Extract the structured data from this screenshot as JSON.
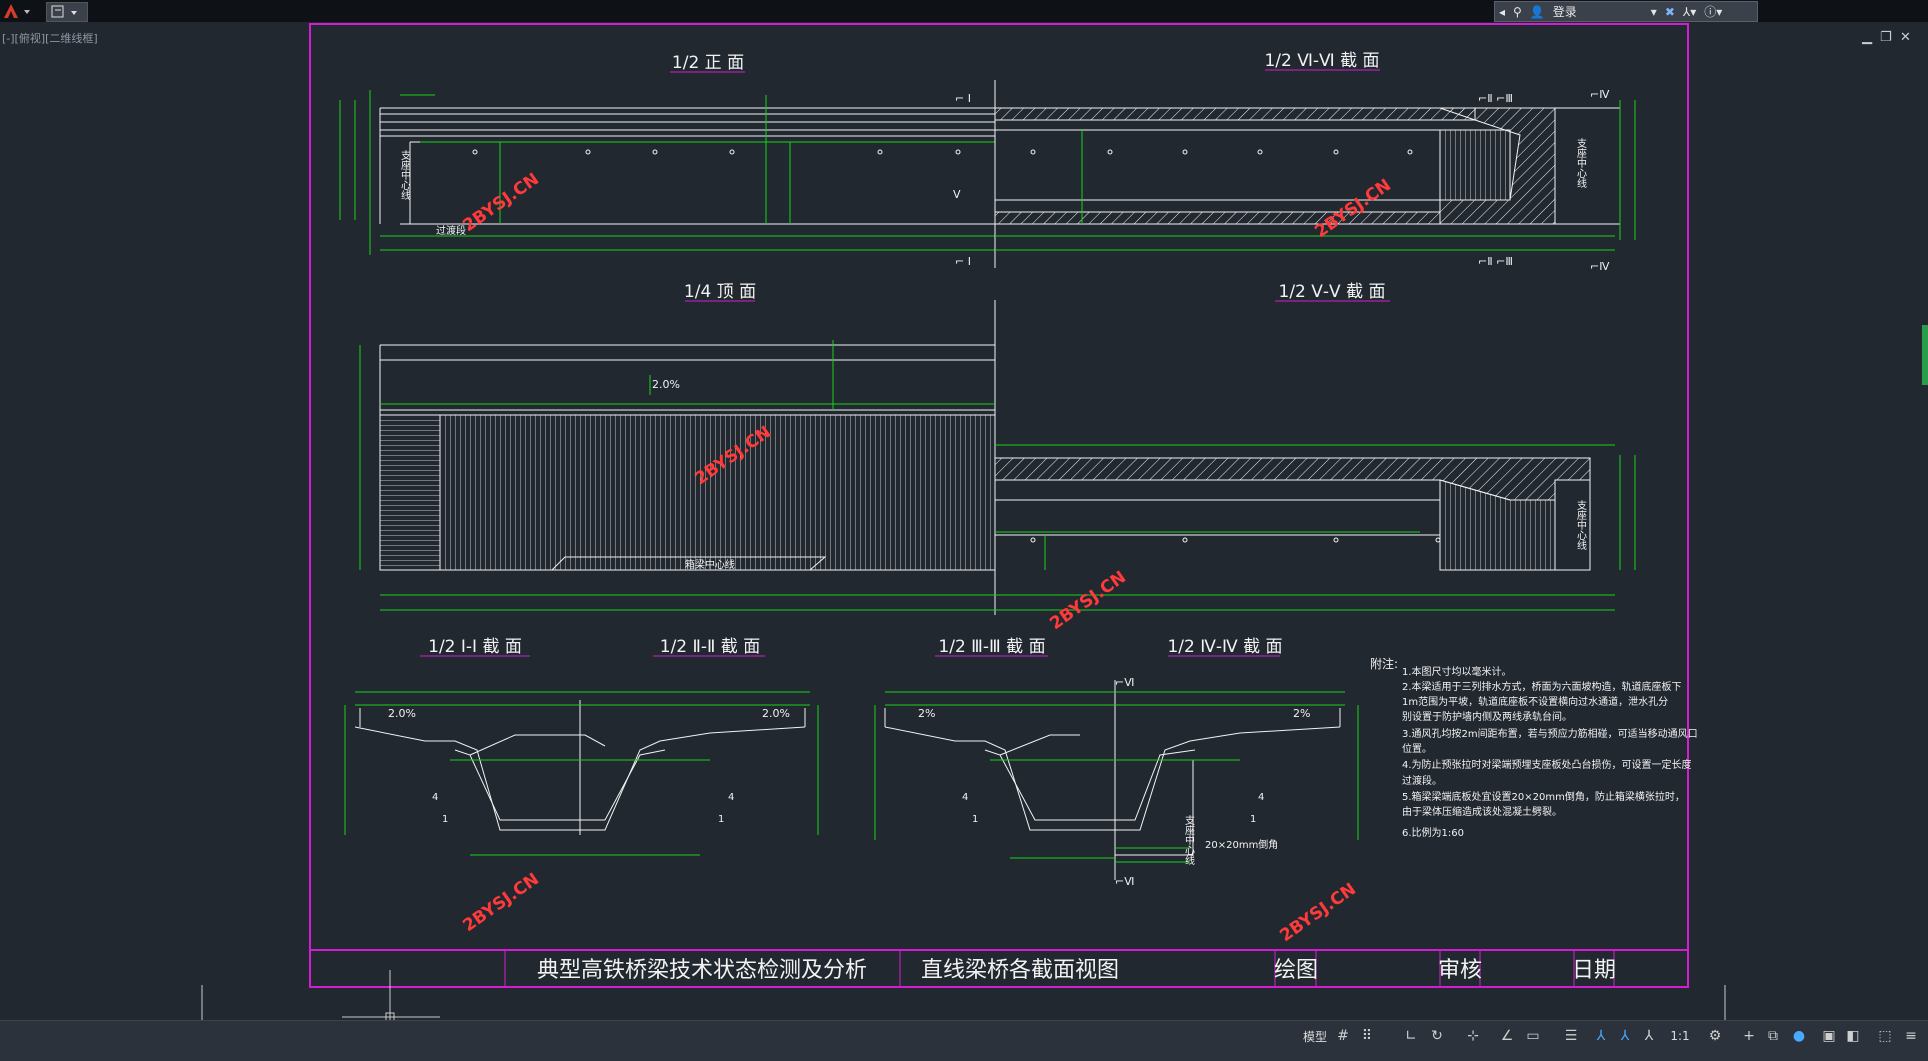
{
  "viewport_label": "[-][俯视][二维线框]",
  "search": {
    "user_label": "登录"
  },
  "titles": {
    "t1": "1/2 正 面",
    "t2": "1/2 Ⅵ-Ⅵ 截 面",
    "t3": "1/4 顶 面",
    "t4": "1/2 Ⅴ-Ⅴ 截 面",
    "t5": "1/2 Ⅰ-Ⅰ 截 面",
    "t6": "1/2 Ⅱ-Ⅱ 截 面",
    "t7": "1/2 Ⅲ-Ⅲ 截 面",
    "t8": "1/2 Ⅳ-Ⅳ 截 面"
  },
  "watermark": "2BYSJ.CN",
  "labels": {
    "support_center": "支座中心线",
    "transition": "过渡段",
    "beam_center": "箱梁中心线",
    "slope_top": "2.0%",
    "slope_2": "2%",
    "ratio_4": "4",
    "ratio_1": "1",
    "chamfer": "20×20mm倒角"
  },
  "notes": {
    "heading": "附注:",
    "lines": [
      "1.本图尺寸均以毫米计。",
      "2.本梁适用于三列排水方式，桥面为六面坡构造，轨道底座板下",
      "  1m范围为平坡，轨道底座板不设置横向过水通道，泄水孔分",
      "  别设置于防护墙内侧及两线承轨台间。",
      "3.通风孔均按2m间距布置，若与预应力筋相碰，可适当移动通风口",
      "  位置。",
      "4.为防止预张拉时对梁端预埋支座板处凸台损伤，可设置一定长度",
      "  过渡段。",
      "5.箱梁梁端底板处宜设置20×20mm倒角，防止箱梁横张拉时，",
      "  由于梁体压缩造成该处混凝土劈裂。",
      "6.比例为1:60"
    ]
  },
  "title_block": {
    "project": "典型高铁桥梁技术状态检测及分析",
    "drawing": "直线梁桥各截面视图",
    "draw": "绘图",
    "review": "审核",
    "date": "日期"
  },
  "statusbar": {
    "model": "模型",
    "scale": "1:1"
  },
  "colors": {
    "frame": "#d21ed2",
    "dim": "#19d219",
    "line": "#f2f2f2",
    "watermark": "#ff3a3a",
    "bg": "#212830"
  }
}
